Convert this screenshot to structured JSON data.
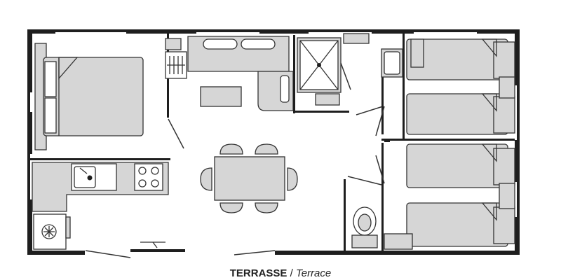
{
  "plan": {
    "title": "",
    "caption": {
      "fr": "TERRASSE",
      "separator": " / ",
      "en": "Terrace"
    }
  },
  "colors": {
    "wall": "#1e1e1e",
    "furniture_fill": "#d6d6d6",
    "furniture_stroke": "#333333",
    "floor": "#ffffff"
  },
  "rooms": [
    "master-bedroom",
    "kitchen",
    "living-dining",
    "shower-room",
    "wc",
    "twin-bedroom-1",
    "twin-bedroom-2"
  ]
}
